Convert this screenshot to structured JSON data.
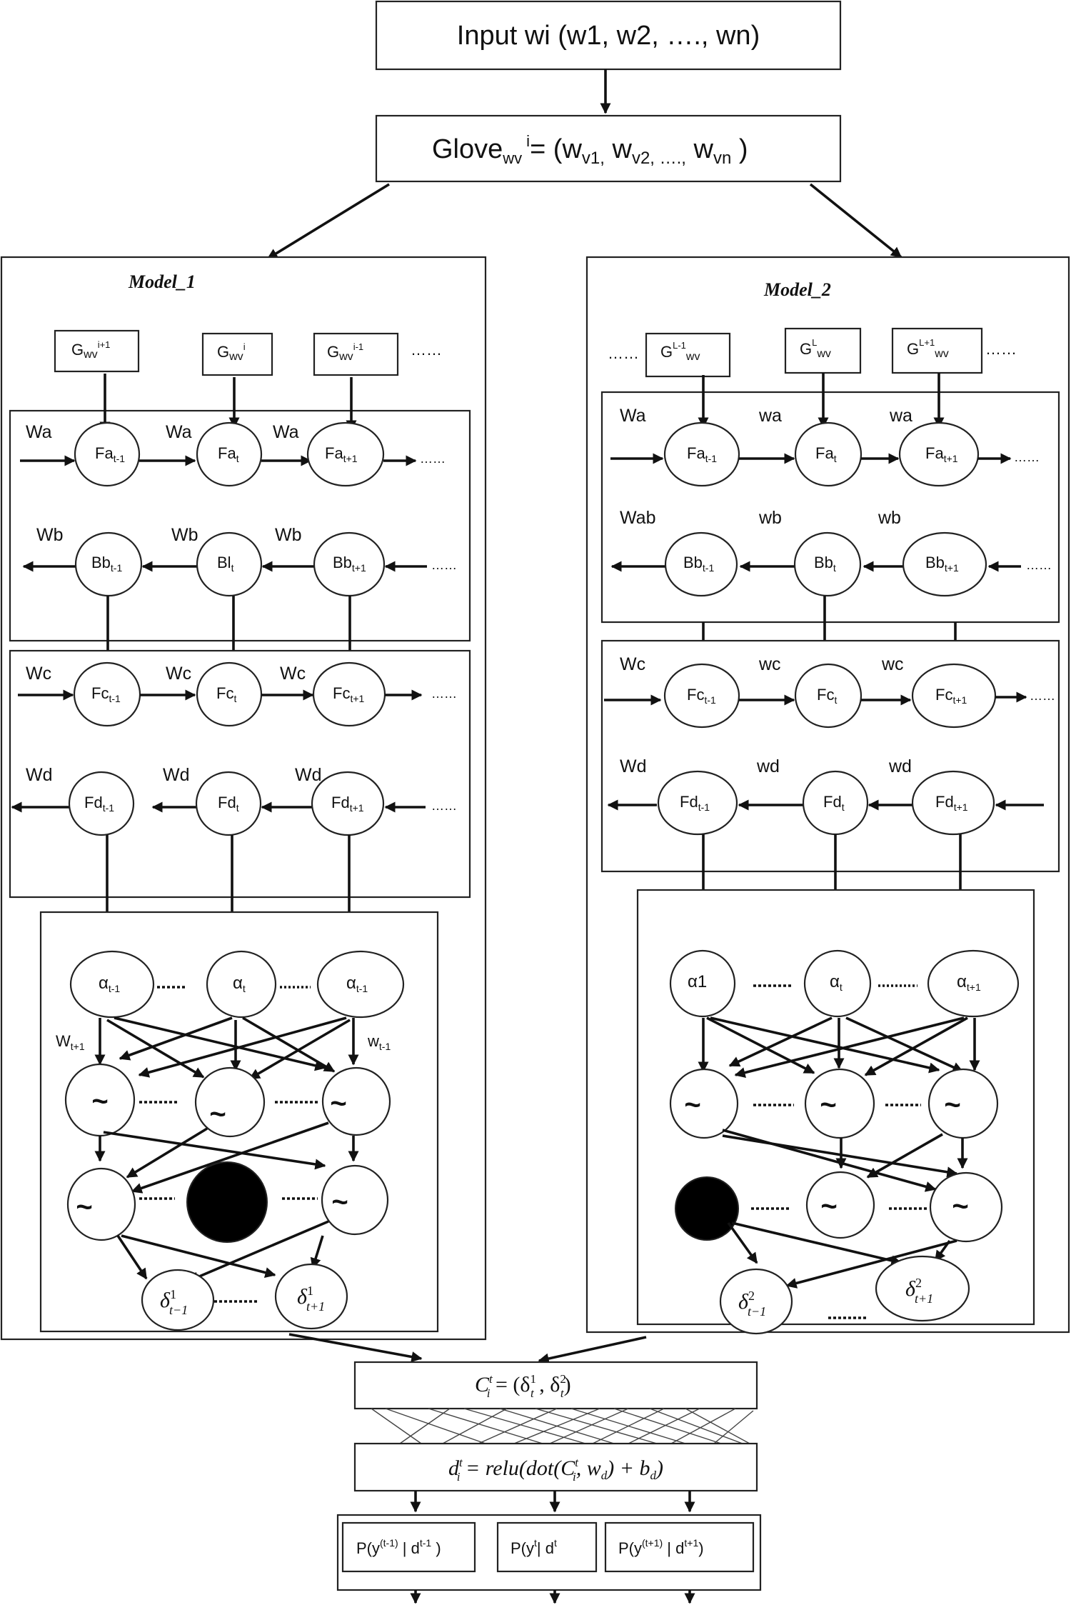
{
  "top": {
    "input": "Input wi (w1, w2, …., wn)",
    "glove_prefix": "Glove",
    "glove_sub": "wv",
    "glove_sup": "i",
    "glove_eq": "= (w",
    "glove_items": [
      "v1,",
      " w",
      "v2,",
      " ….,",
      " w",
      "vn",
      " )"
    ]
  },
  "model1": {
    "title": "Model_1",
    "inputs": [
      {
        "base": "G",
        "sub": "wv",
        "sup": "i+1"
      },
      {
        "base": "G",
        "sub": "wv",
        "sup": "i"
      },
      {
        "base": "G",
        "sub": "wv",
        "sup": "i-1"
      }
    ],
    "dots": "……",
    "weights_a": [
      "Wa",
      "Wa",
      "Wa"
    ],
    "weights_b": [
      "Wb",
      "Wb",
      "Wb"
    ],
    "weights_c": [
      "Wc",
      "Wc",
      "Wc"
    ],
    "weights_d": [
      "Wd",
      "Wd",
      "Wd"
    ],
    "fa": [
      {
        "base": "Fa",
        "sub": "t-1"
      },
      {
        "base": "Fa",
        "sub": "t"
      },
      {
        "base": "Fa",
        "sub": "t+1"
      }
    ],
    "bb": [
      {
        "base": "Bb",
        "sub": "t-1"
      },
      {
        "base": "Bl",
        "sub": "t"
      },
      {
        "base": "Bb",
        "sub": "t+1"
      }
    ],
    "fc": [
      {
        "base": "Fc",
        "sub": "t-1"
      },
      {
        "base": "Fc",
        "sub": "t"
      },
      {
        "base": "Fc",
        "sub": "t+1"
      }
    ],
    "fd": [
      {
        "base": "Fd",
        "sub": "t-1"
      },
      {
        "base": "Fd",
        "sub": "t"
      },
      {
        "base": "Fd",
        "sub": "t+1"
      }
    ],
    "alpha": [
      {
        "base": "α",
        "sub": "t-1"
      },
      {
        "base": "α",
        "sub": "t"
      },
      {
        "base": "α",
        "sub": "t-1"
      }
    ],
    "w_left": {
      "base": "W",
      "sub": "t+1"
    },
    "w_right": {
      "base": "w",
      "sub": "t-1"
    },
    "tilde": "~",
    "delta": [
      {
        "base": "δ",
        "sup": "1",
        "sub": "t−1"
      },
      {
        "base": "δ",
        "sup": "1",
        "sub": "t+1"
      }
    ]
  },
  "model2": {
    "title": "Model_2",
    "inputs": [
      {
        "base": "G",
        "sub": "wv",
        "sup": "L-1"
      },
      {
        "base": "G",
        "sub": "wv",
        "sup": "L"
      },
      {
        "base": "G",
        "sub": "wv",
        "sup": "L+1"
      }
    ],
    "dots": "……",
    "weights_a": [
      "Wa",
      "wa",
      "wa"
    ],
    "weights_b": [
      "Wab",
      "wb",
      "wb"
    ],
    "weights_c": [
      "Wc",
      "wc",
      "wc"
    ],
    "weights_d": [
      "Wd",
      "wd",
      "wd"
    ],
    "fa": [
      {
        "base": "Fa",
        "sub": "t-1"
      },
      {
        "base": "Fa",
        "sub": "t"
      },
      {
        "base": "Fa",
        "sub": "t+1"
      }
    ],
    "bb": [
      {
        "base": "Bb",
        "sub": "t-1"
      },
      {
        "base": "Bb",
        "sub": "t"
      },
      {
        "base": "Bb",
        "sub": "t+1"
      }
    ],
    "fc": [
      {
        "base": "Fc",
        "sub": "t-1"
      },
      {
        "base": "Fc",
        "sub": "t"
      },
      {
        "base": "Fc",
        "sub": "t+1"
      }
    ],
    "fd": [
      {
        "base": "Fd",
        "sub": "t-1"
      },
      {
        "base": "Fd",
        "sub": "t"
      },
      {
        "base": "Fd",
        "sub": "t+1"
      }
    ],
    "alpha": [
      {
        "base": "α1",
        "sub": ""
      },
      {
        "base": "α",
        "sub": "t"
      },
      {
        "base": "α",
        "sub": "t+1"
      }
    ],
    "tilde": "~",
    "delta": [
      {
        "base": "δ",
        "sup": "2",
        "sub": "t−1"
      },
      {
        "base": "δ",
        "sup": "2",
        "sub": "t+1"
      }
    ]
  },
  "bottom": {
    "concat": {
      "lhs": "C",
      "lhs_sup": "t",
      "lhs_sub": "i",
      "mid": " = (δ",
      "s1_sup": "1",
      "s1_sub": "t",
      "comma": " , δ",
      "s2_sup": "2",
      "s2_sub": "t",
      "end": ")"
    },
    "dense": {
      "lhs": "d",
      "lhs_sup": "t",
      "lhs_sub": "i",
      "rhs": " = relu(dot(C",
      "c_sup": "t",
      "c_sub": "i",
      "rest": ", w",
      "wd_sub": "d",
      "plus": ") + b",
      "bd_sub": "d",
      "close": ")"
    },
    "outputs": [
      {
        "a": "P(y",
        "sup1": "(t-1)",
        "b": " | d",
        "sup2": "t-1",
        "c": " )"
      },
      {
        "a": "P(y",
        "sup1": "t",
        "b": "| d",
        "sup2": "t",
        "c": ""
      },
      {
        "a": "P(y",
        "sup1": "(t+1)",
        "b": " | d",
        "sup2": "t+1",
        "c": ")"
      }
    ]
  }
}
